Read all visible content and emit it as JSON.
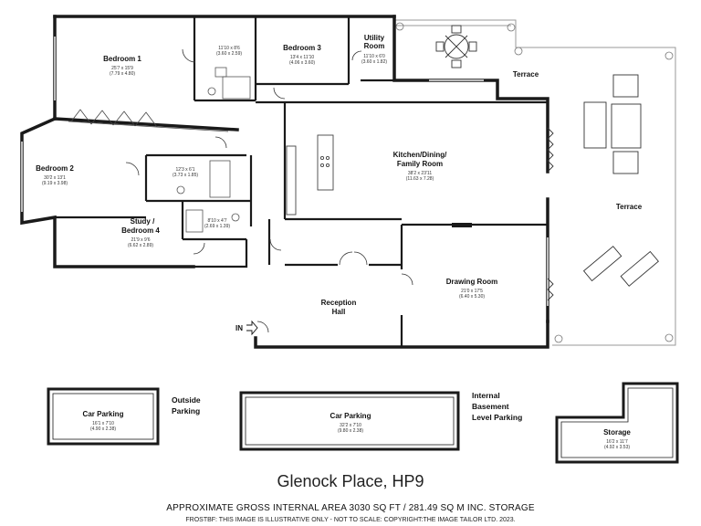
{
  "rooms": {
    "bedroom1": {
      "name": "Bedroom 1",
      "dims": [
        "25'7 x 15'9",
        "(7.79 x 4.80)"
      ]
    },
    "bath1": {
      "name": "",
      "dims": [
        "11'10 x 8'6",
        "(3.60 x 2.59)"
      ]
    },
    "bedroom3": {
      "name": "Bedroom 3",
      "dims": [
        "13'4 x 11'10",
        "(4.06 x 3.60)"
      ]
    },
    "utility": {
      "name_lines": [
        "Utility",
        "Room"
      ],
      "dims": [
        "11'10 x 6'0",
        "(3.60 x 1.82)"
      ]
    },
    "kitchen": {
      "name_lines": [
        "Kitchen/Dining/",
        "Family Room"
      ],
      "dims": [
        "38'2 x 23'11",
        "(11.63 x 7.28)"
      ]
    },
    "bedroom2": {
      "name": "Bedroom 2",
      "dims": [
        "30'2 x 13'1",
        "(9.19 x 3.98)"
      ]
    },
    "bath2": {
      "name": "",
      "dims": [
        "12'3 x 6'1",
        "(3.73 x 1.85)"
      ]
    },
    "shower": {
      "name": "",
      "dims": [
        "8'10 x 4'7",
        "(2.69 x 1.39)"
      ]
    },
    "study": {
      "name_lines": [
        "Study /",
        "Bedroom 4"
      ],
      "dims": [
        "21'9 x 9'6",
        "(6.62 x 2.89)"
      ]
    },
    "reception": {
      "name_lines": [
        "Reception",
        "Hall"
      ]
    },
    "drawing": {
      "name": "Drawing Room",
      "dims": [
        "21'0 x 17'5",
        "(6.40 x 5.30)"
      ]
    },
    "terrace_label": "Terrace",
    "entrance_label": "IN"
  },
  "parking": {
    "outside": {
      "label": "Car Parking",
      "dims": [
        "16'1 x 7'10",
        "(4.90 x 2.38)"
      ],
      "caption_lines": [
        "Outside",
        "Parking"
      ]
    },
    "basement": {
      "label": "Car Parking",
      "dims": [
        "32'2 x 7'10",
        "(9.80 x 2.38)"
      ],
      "caption_lines": [
        "Internal",
        "Basement",
        "Level Parking"
      ]
    },
    "storage": {
      "label": "Storage",
      "dims": [
        "16'2 x 11'7",
        "(4.92 x 3.53)"
      ]
    }
  },
  "footer": {
    "title": "Glenock Place, HP9",
    "gross_area": "APPROXIMATE GROSS INTERNAL AREA 3030 SQ FT / 281.49 SQ M INC. STORAGE",
    "disclaimer": "FROSTBF: THIS IMAGE IS ILLUSTRATIVE ONLY - NOT TO SCALE: COPYRIGHT:THE IMAGE TAILOR LTD. 2023."
  },
  "colors": {
    "wall": "#1a1a1a",
    "terrace_line": "#9a9a9a",
    "fixture": "#555555",
    "highlight": "#d9d9d9"
  }
}
